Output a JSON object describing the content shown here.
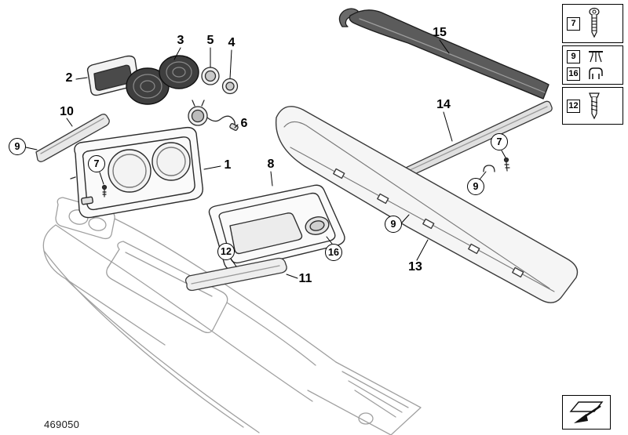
{
  "diagram": {
    "number": "469050"
  },
  "callouts": [
    {
      "label": "2",
      "shape": "plain"
    },
    {
      "label": "3",
      "shape": "plain"
    },
    {
      "label": "5",
      "shape": "plain"
    },
    {
      "label": "4",
      "shape": "plain"
    },
    {
      "label": "10",
      "shape": "plain"
    },
    {
      "label": "9",
      "shape": "circled"
    },
    {
      "label": "7",
      "shape": "circled"
    },
    {
      "label": "1",
      "shape": "plain"
    },
    {
      "label": "6",
      "shape": "plain"
    },
    {
      "label": "8",
      "shape": "plain"
    },
    {
      "label": "15",
      "shape": "plain"
    },
    {
      "label": "14",
      "shape": "plain"
    },
    {
      "label": "7",
      "shape": "circled"
    },
    {
      "label": "9",
      "shape": "circled"
    },
    {
      "label": "9",
      "shape": "circled"
    },
    {
      "label": "13",
      "shape": "plain"
    },
    {
      "label": "16",
      "shape": "circled"
    },
    {
      "label": "12",
      "shape": "circled"
    },
    {
      "label": "11",
      "shape": "plain"
    }
  ],
  "legend": {
    "items": [
      {
        "number": "7",
        "fastener": "torx-screw-icon"
      },
      {
        "number": "9",
        "fastener": "expanding-rivet-icon"
      },
      {
        "number": "16",
        "fastener": "spring-clip-icon"
      },
      {
        "number": "12",
        "fastener": "self-tapping-screw-icon"
      }
    ]
  },
  "symbols": {
    "direction_box": "direction-of-travel-icon"
  },
  "footer": {
    "diagram_number": "469050"
  }
}
